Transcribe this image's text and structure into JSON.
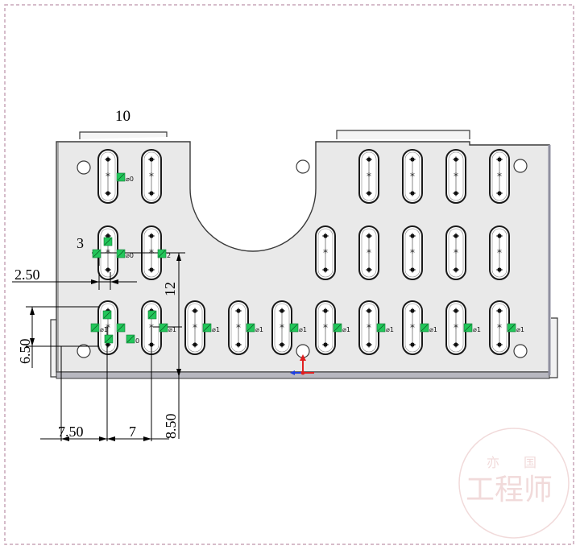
{
  "colors": {
    "plate": "#e9e9e9",
    "plate_edge": "#3a3a3a",
    "bottom_band": "#b8b8c0",
    "constraint": "#22c65a",
    "dim_line": "#000000",
    "frame_dash": "#c9a6b8",
    "watermark": "#e6bcbc"
  },
  "dimensions": {
    "top_width": "10",
    "slot_width": "3",
    "offset_left": "2.50",
    "row_spacing": "12",
    "vertical_offset": "6.50",
    "horiz_a": "7.50",
    "horiz_b": "7",
    "bottom_offset": "8.50"
  },
  "relations": {
    "r0": "0",
    "r1": "1",
    "r2": "2"
  },
  "watermark": {
    "line1": "工程师",
    "badge": "国"
  },
  "icons": {
    "origin": "origin-triad-icon",
    "relation": "sketch-relation-icon"
  }
}
